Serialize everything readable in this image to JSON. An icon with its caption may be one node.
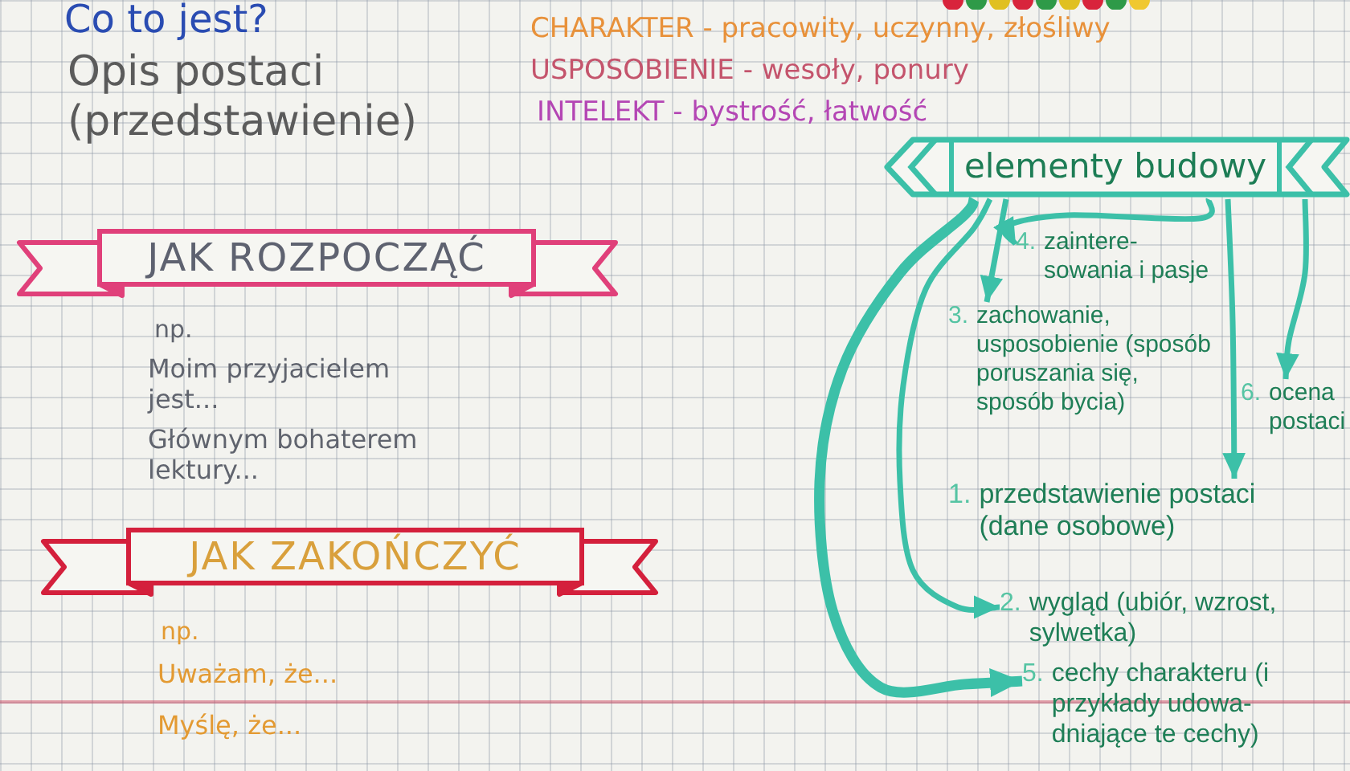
{
  "diagram": {
    "title": "Co to jest?",
    "nodes": [
      {
        "text": [
          "JAK ROZPOCZĄĆ"
        ]
      },
      {
        "text": [
          "JAK ZAKOŃCZYĆ"
        ]
      },
      {
        "text": [
          "elementy budowy"
        ]
      },
      {
        "text": [
          "4.",
          "zaintere- sowania i pasje"
        ]
      },
      {
        "text": [
          "3.",
          "zachowanie, usposobienie (sposób poruszania się, sposób bycia)"
        ]
      },
      {
        "text": [
          "6.",
          "ocena postaci"
        ]
      },
      {
        "text": [
          "1.",
          "przedstawienie postaci (dane osobowe)"
        ]
      },
      {
        "text": [
          "2.",
          "wygląd (ubiór, wzrost, sylwetka)"
        ]
      },
      {
        "text": [
          "5.",
          "cechy charakteru (i przykłady udowa- dniające te cechy)"
        ]
      }
    ],
    "edges": [
      {
        "from": 2,
        "to": 3,
        "arrow": "to"
      },
      {
        "from": 2,
        "to": 4,
        "arrow": "to"
      },
      {
        "from": 2,
        "to": 5,
        "arrow": "to"
      },
      {
        "from": 2,
        "to": 6,
        "arrow": "to"
      },
      {
        "from": 2,
        "to": 7,
        "arrow": "to"
      },
      {
        "from": 2,
        "to": 8,
        "arrow": "to",
        "style": "thick"
      }
    ],
    "labels": [
      "Opis postaci (przedstawienie)",
      "CHARAKTER - pracowity, uczynny, złośliwy",
      "USPOSOBIENIE - wesoły, ponury",
      "INTELEKT - bystrość, łatwość",
      "np.",
      "Moim przyjacielem jest...",
      "Głównym bohaterem lektury...",
      "np.",
      "Uważam, że...",
      "Myślę, że..."
    ]
  }
}
